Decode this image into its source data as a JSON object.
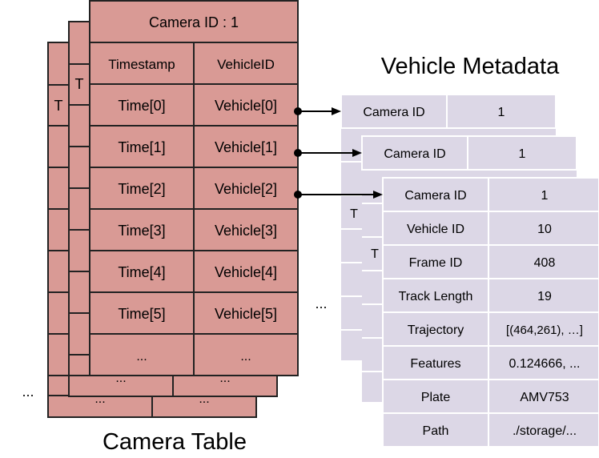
{
  "headings": {
    "camera_table": "Camera Table",
    "vehicle_metadata": "Vehicle Metadata"
  },
  "camera_table": {
    "title": "Camera ID : 1",
    "columns": [
      "Timestamp",
      "VehicleID"
    ],
    "rows": [
      [
        "Time[0]",
        "Vehicle[0]"
      ],
      [
        "Time[1]",
        "Vehicle[1]"
      ],
      [
        "Time[2]",
        "Vehicle[2]"
      ],
      [
        "Time[3]",
        "Vehicle[3]"
      ],
      [
        "Time[4]",
        "Vehicle[4]"
      ],
      [
        "Time[5]",
        "Vehicle[5]"
      ],
      [
        "...",
        "..."
      ]
    ],
    "stack_back_label": "T",
    "stack_back_ellipsis": "...",
    "stack_ellipsis": "..."
  },
  "vehicle_metadata": {
    "back_card": [
      [
        "Camera ID",
        "1"
      ]
    ],
    "middle_card": [
      [
        "Camera ID",
        "1"
      ]
    ],
    "back_stub": "T",
    "front_card": [
      [
        "Camera ID",
        "1"
      ],
      [
        "Vehicle ID",
        "10"
      ],
      [
        "Frame ID",
        "408"
      ],
      [
        "Track Length",
        "19"
      ],
      [
        "Trajectory",
        "[(464,261), …]"
      ],
      [
        "Features",
        "0.124666, ..."
      ],
      [
        "Plate",
        "AMV753"
      ],
      [
        "Path",
        "./storage/..."
      ]
    ],
    "stack_ellipsis": "..."
  },
  "colors": {
    "camera_cell": "#d99a95",
    "metadata_cell": "#dcd7e6",
    "border": "#222222"
  }
}
